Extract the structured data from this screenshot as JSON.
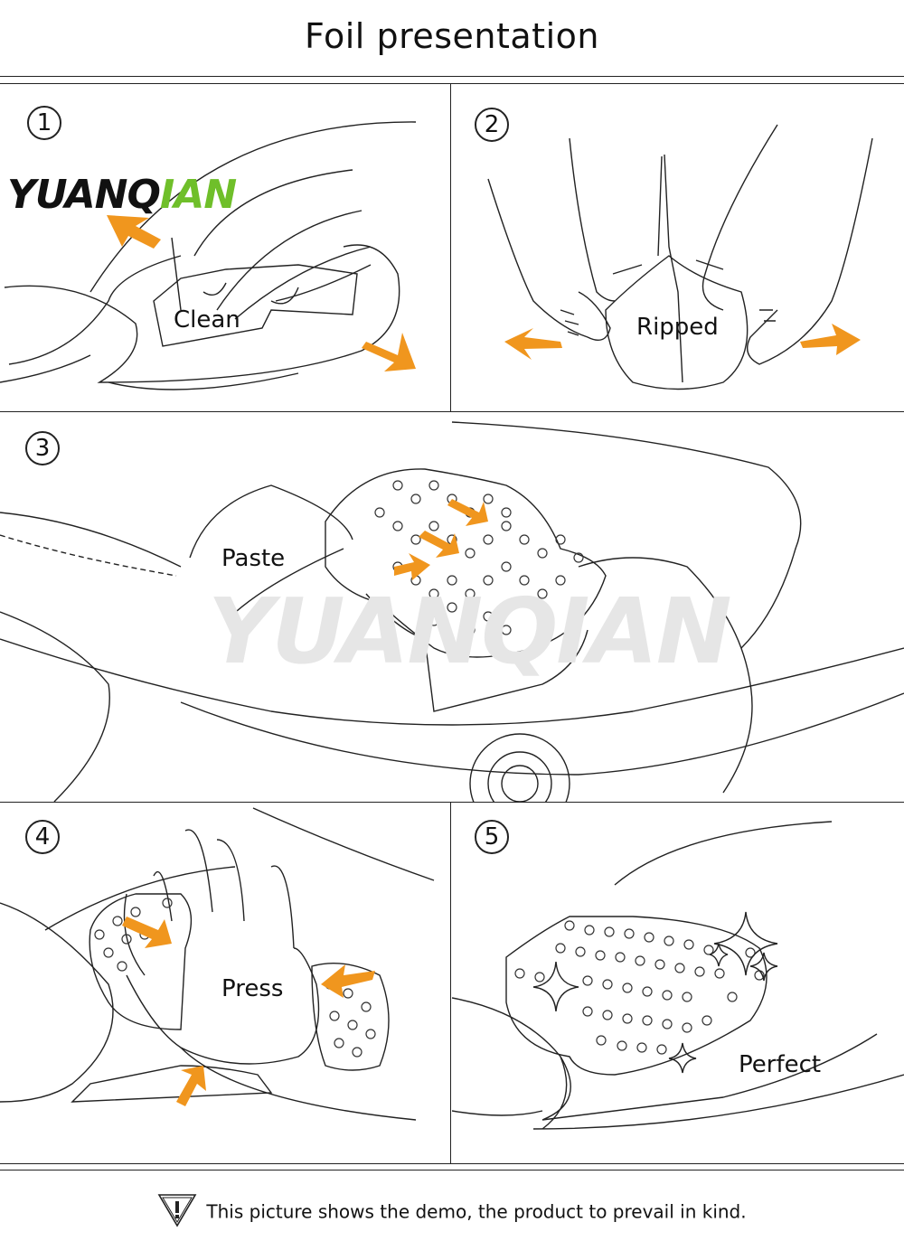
{
  "header": {
    "title": "Foil presentation"
  },
  "logo": {
    "dark_text": "YUANQ",
    "green_text": "IAN"
  },
  "watermark": {
    "text": "YUANQIAN"
  },
  "steps": [
    {
      "number": "1",
      "label": "Clean"
    },
    {
      "number": "2",
      "label": "Ripped"
    },
    {
      "number": "3",
      "label": "Paste"
    },
    {
      "number": "4",
      "label": "Press"
    },
    {
      "number": "5",
      "label": "Perfect"
    }
  ],
  "footer": {
    "note": "This picture shows the demo, the product to prevail in kind."
  },
  "colors": {
    "arrow": "#f0961e",
    "line": "#222222",
    "logo_green": "#6fbf2a"
  },
  "icons": [
    "warning-icon",
    "arrow-icon",
    "sparkle-icon",
    "hand-illustration"
  ]
}
